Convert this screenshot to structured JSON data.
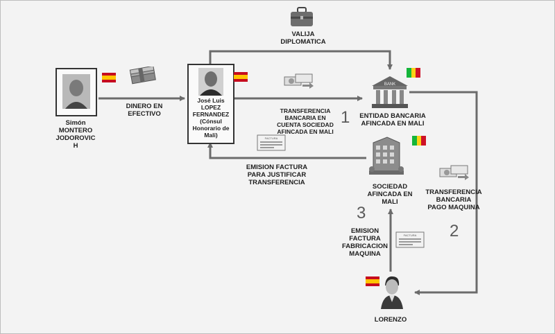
{
  "labels": {
    "valija": "VALIJA\nDIPLOMATICA",
    "simon": "Simón\nMONTERO\nJODOROVIC\nH",
    "dinero": "DINERO EN\nEFECTIVO",
    "jose": "José Luis\nLOPEZ\nFERNANDEZ\n(Cónsul\nHonorario de\nMali)",
    "transferencia_cuenta": "TRANSFERENCIA\nBANCARIA EN\nCUENTA SOCIEDAD\nAFINCADA EN MALI",
    "entidad": "ENTIDAD BANCARIA\nAFINCADA EN MALI",
    "emision_justificar": "EMISION FACTURA\nPARA JUSTIFICAR\nTRANSFERENCIA",
    "sociedad": "SOCIEDAD\nAFINCADA EN\nMALI",
    "pago_maquina": "TRANSFERENCIA\nBANCARIA\nPAGO MAQUINA",
    "emision_fabricacion": "EMISION\nFACTURA\nFABRICACION\nMAQUINA",
    "lorenzo": "LORENZO",
    "bank_sign": "BANK",
    "factura": "FACTURA"
  },
  "step_numbers": {
    "one": "1",
    "two": "2",
    "three": "3"
  },
  "icons": {
    "suitcase": "suitcase-icon",
    "cash": "cash-stack-icon",
    "bank": "bank-building-icon",
    "company": "office-building-icon",
    "invoice": "invoice-icon",
    "transfer": "bank-transfer-icon",
    "person": "person-icon"
  },
  "flags": {
    "spain": [
      "#c60b1e",
      "#ffc400",
      "#c60b1e"
    ],
    "mali": [
      "#14b53a",
      "#fcd116",
      "#ce1126"
    ]
  },
  "colors": {
    "arrow": "#6b6b6b",
    "text": "#1e1e1e",
    "box_border": "#333333"
  }
}
